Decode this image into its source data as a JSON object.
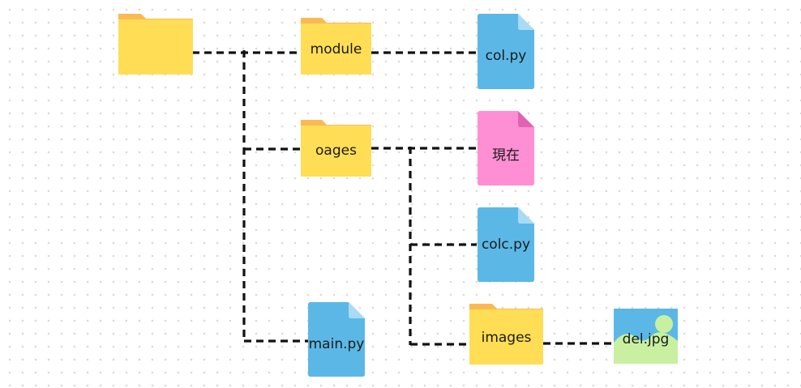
{
  "tree": {
    "root_folder": {
      "label": ""
    },
    "module_folder": {
      "label": "module"
    },
    "col_file": {
      "label": "col.py"
    },
    "oages_folder": {
      "label": "oages"
    },
    "genzai_file": {
      "label": "現在"
    },
    "colc_file": {
      "label": "colc.py"
    },
    "images_folder": {
      "label": "images"
    },
    "main_file": {
      "label": "main.py"
    },
    "del_image": {
      "label": "del.jpg"
    }
  },
  "colors": {
    "folder_body": "#ffdd55",
    "folder_tab": "#fbb954",
    "file_blue": "#5bb8e6",
    "file_blue_fold": "#a9dbf5",
    "file_pink": "#ff8fd4",
    "file_pink_fold": "#e062b2",
    "image_sky": "#5bb8e6",
    "image_land": "#c8f0a0",
    "connector": "#111111"
  }
}
